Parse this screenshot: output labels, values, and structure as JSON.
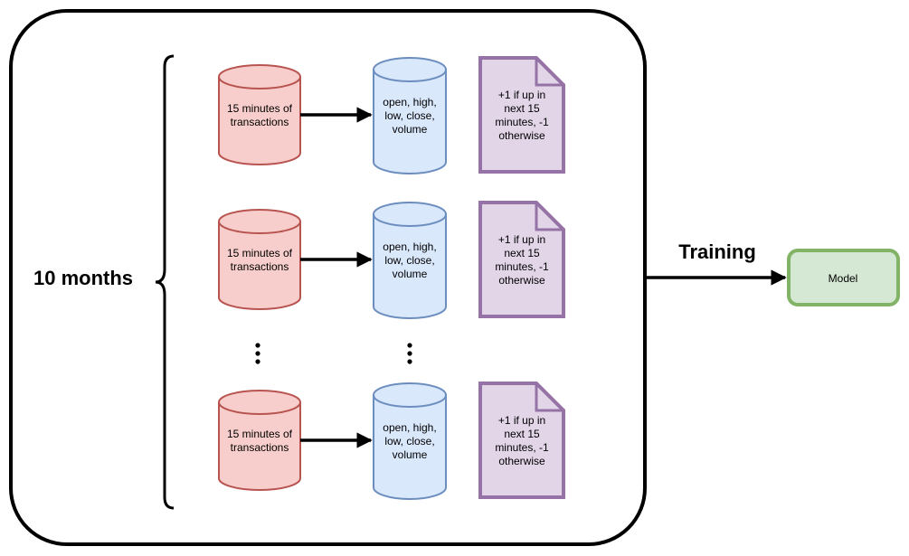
{
  "diagram": {
    "period_label": "10 months",
    "edge_label": "Training",
    "model_label": "Model",
    "rows": [
      {
        "raw_label": [
          "15 minutes of",
          "transactions"
        ],
        "ohlc_label": [
          "open, high,",
          "low, close,",
          "volume"
        ],
        "target_label": [
          "+1 if up in",
          "next 15",
          "minutes, -1",
          "otherwise"
        ]
      },
      {
        "raw_label": [
          "15 minutes of",
          "transactions"
        ],
        "ohlc_label": [
          "open, high,",
          "low, close,",
          "volume"
        ],
        "target_label": [
          "+1 if up in",
          "next 15",
          "minutes, -1",
          "otherwise"
        ]
      },
      {
        "raw_label": [
          "15 minutes of",
          "transactions"
        ],
        "ohlc_label": [
          "open, high,",
          "low, close,",
          "volume"
        ],
        "target_label": [
          "+1 if up in",
          "next 15",
          "minutes, -1",
          "otherwise"
        ]
      }
    ],
    "colors": {
      "raw_fill": "#f8cecc",
      "raw_stroke": "#b85450",
      "ohlc_fill": "#dae8fc",
      "ohlc_stroke": "#6c8ebf",
      "target_fill": "#e1d5e7",
      "target_stroke": "#9673a6",
      "model_fill": "#d5e8d4",
      "model_stroke": "#82b366"
    }
  }
}
